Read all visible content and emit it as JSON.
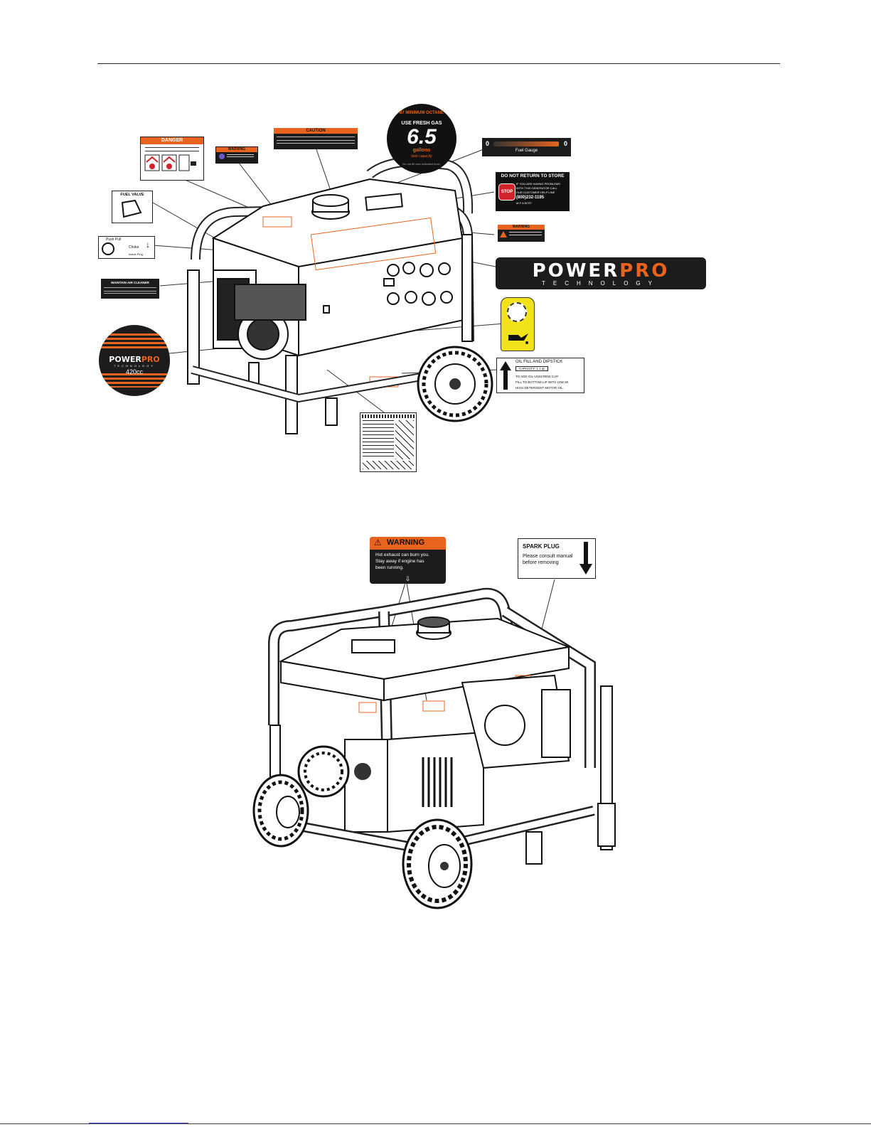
{
  "labels": {
    "danger": {
      "header": "DANGER"
    },
    "warning_small": {
      "header": "WARNING"
    },
    "caution": {
      "header": "CAUTION"
    },
    "fuel_badge": {
      "arc_top": "87 MINIMUM OCTANE",
      "use_fresh": "USE FRESH GAS",
      "capacity": "6.5",
      "unit": "gallons",
      "sub": "tank capacity",
      "arc_bottom": "Do not fill over indicated level."
    },
    "fuel_gauge": {
      "left": "0",
      "right": "0",
      "caption": "Fuel Gauge"
    },
    "return_store": {
      "title": "DO NOT RETURN TO STORE",
      "stop": "STOP",
      "line1": "IF YOU ARE HAVING PROBLEMS",
      "line2": "WITH THIS GENERATOR CALL",
      "line3": "OUR CUSTOMER HELP LINE",
      "phone": "(800)232-1195",
      "hours": "M-F 8-5CST"
    },
    "fuel_valve": {
      "title": "FUEL VALVE"
    },
    "choke": {
      "top": "Push Pull",
      "mid": "Choke",
      "bottom": "Inside Plug"
    },
    "air_cleaner": {
      "title": "MAINTAIN AIR CLEANER"
    },
    "warning_right": {
      "header": "WARNING"
    },
    "powerpro_banner": {
      "power": "POWER",
      "pro": "PRO",
      "tech": "TECHNOLOGY"
    },
    "powerpro_badge": {
      "power": "POWER",
      "pro": "PRO",
      "tech": "TECHNOLOGY",
      "cc": "420cc"
    },
    "oil_fill": {
      "title": "OIL FILL AND DIPSTICK",
      "capacity": "CAPACITY: 1.1 qt",
      "line1": "TO ADD OIL UNSCREW CAP.",
      "line2": "FILL TO BOTTOM LIP WITH 10W-30",
      "line3": "HIGH DETERGENT MOTOR OIL."
    },
    "warning_large": {
      "header": "WARNING",
      "line1": "Hot exhaust can burn you.",
      "line2": "Stay away if engine has",
      "line3": "been running.",
      "arrow": "⇩"
    },
    "spark_plug": {
      "title": "SPARK PLUG",
      "line1": "Please consult manual",
      "line2": "before removing"
    }
  },
  "colors": {
    "orange": "#e8641e",
    "red": "#d2232a",
    "yellow": "#f2e21a",
    "dark": "#1c1c1c"
  }
}
